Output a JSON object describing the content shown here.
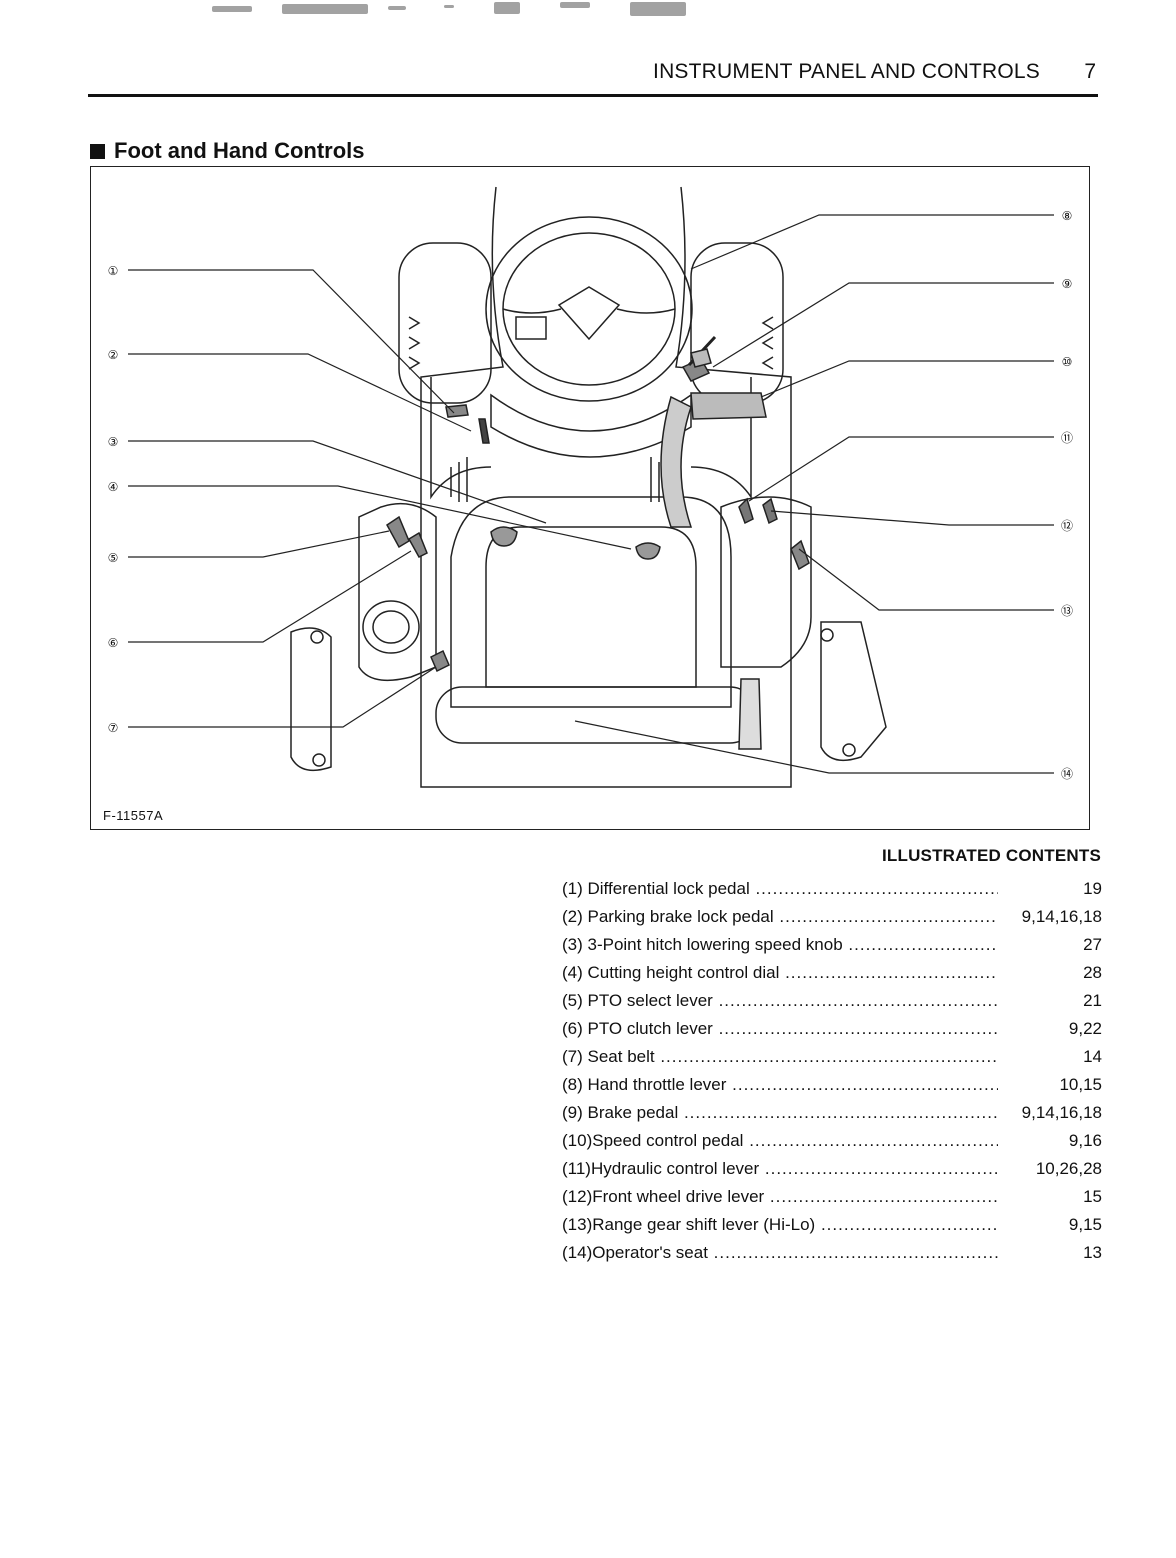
{
  "header": {
    "title": "INSTRUMENT PANEL AND CONTROLS",
    "page_number": "7"
  },
  "section": {
    "heading": "Foot and Hand Controls"
  },
  "figure": {
    "code": "F-11557A",
    "callouts": [
      "①",
      "②",
      "③",
      "④",
      "⑤",
      "⑥",
      "⑦",
      "⑧",
      "⑨",
      "⑩",
      "⑪",
      "⑫",
      "⑬",
      "⑭"
    ]
  },
  "contents": {
    "heading": "ILLUSTRATED CONTENTS",
    "items": [
      {
        "label": "(1) Differential lock pedal",
        "pages": "19"
      },
      {
        "label": "(2) Parking brake lock pedal",
        "pages": "9,14,16,18"
      },
      {
        "label": "(3) 3-Point hitch lowering speed knob",
        "pages": "27"
      },
      {
        "label": "(4) Cutting height control dial",
        "pages": "28"
      },
      {
        "label": "(5) PTO select lever",
        "pages": "21"
      },
      {
        "label": "(6) PTO clutch lever",
        "pages": "9,22"
      },
      {
        "label": "(7) Seat belt",
        "pages": "14"
      },
      {
        "label": "(8) Hand throttle lever",
        "pages": "10,15"
      },
      {
        "label": "(9) Brake pedal",
        "pages": "9,14,16,18"
      },
      {
        "label": "(10)Speed control pedal",
        "pages": "9,16"
      },
      {
        "label": "(11)Hydraulic control lever",
        "pages": "10,26,28"
      },
      {
        "label": "(12)Front wheel drive lever",
        "pages": "15"
      },
      {
        "label": "(13)Range gear shift lever (Hi-Lo)",
        "pages": "9,15"
      },
      {
        "label": "(14)Operator's seat",
        "pages": "13"
      }
    ]
  }
}
